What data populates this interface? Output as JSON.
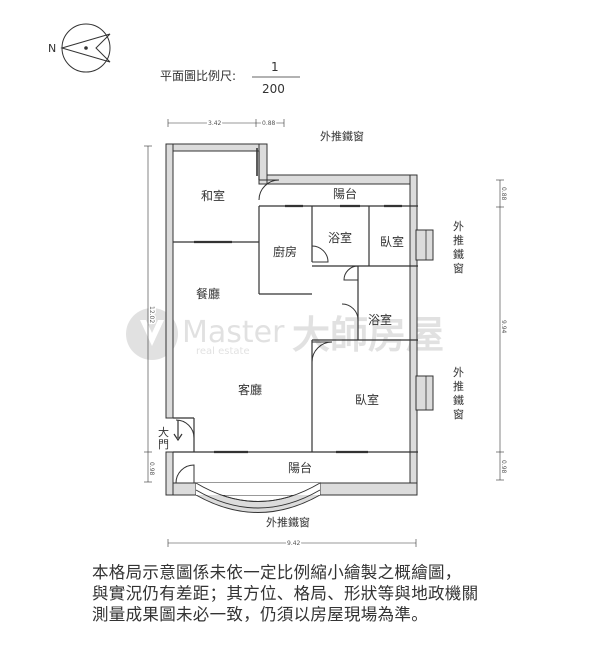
{
  "compass": {
    "north": "N"
  },
  "scale": {
    "label": "平面圖比例尺:",
    "numerator": "1",
    "denominator": "200"
  },
  "dimensions": {
    "top_left": "3.42",
    "top_right": "0.88",
    "left": "12.02",
    "left_bottom": "0.98",
    "right_top": "0.88",
    "right_middle": "9.94",
    "right_bottom": "0.98",
    "bottom": "9.42"
  },
  "rooms": {
    "washitsu": "和室",
    "balcony_top": "陽台",
    "kitchen": "廚房",
    "bath_upper": "浴室",
    "bedroom_upper": "臥室",
    "dining": "餐廳",
    "bath_lower": "浴室",
    "living": "客廳",
    "bedroom_lower": "臥室",
    "balcony_bottom": "陽台"
  },
  "labels": {
    "window_top": "外推鐵窗",
    "window_right_upper": [
      "外",
      "推",
      "鐵",
      "窗"
    ],
    "window_right_lower": [
      "外",
      "推",
      "鐵",
      "窗"
    ],
    "window_bottom": "外推鐵窗",
    "main_door": [
      "大",
      "門"
    ]
  },
  "watermark": {
    "brand": "Master",
    "sub": "real estate",
    "chinese": "大師房屋"
  },
  "disclaimer": [
    "本格局示意圖係未依一定比例縮小繪製之概繪圖，",
    "與實況仍有差距；其方位、格局、形狀等與地政機關",
    "測量成果圖未必一致，仍須以房屋現場為準。"
  ]
}
